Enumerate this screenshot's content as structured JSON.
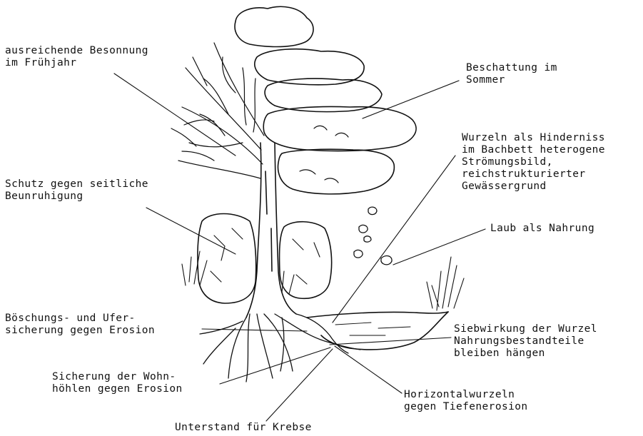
{
  "labels": {
    "besonnung": [
      "ausreichende Besonnung",
      "im Frühjahr"
    ],
    "beschattung": [
      "Beschattung im",
      "Sommer"
    ],
    "wurzeln": [
      "Wurzeln als Hinderniss",
      "im Bachbett heterogene",
      "Strömungsbild,",
      "reichstrukturierter",
      "Gewässergrund"
    ],
    "schutz": [
      "Schutz gegen seitliche",
      "Beunruhigung"
    ],
    "laub": [
      "Laub als Nahrung"
    ],
    "boeschung": [
      "Böschungs- und Ufer-",
      "sicherung gegen Erosion"
    ],
    "siebwirkung": [
      "Siebwirkung der Wurzel",
      "Nahrungsbestandteile",
      "bleiben hängen"
    ],
    "wohnhoehlen": [
      "Sicherung der Wohn-",
      "höhlen gegen Erosion"
    ],
    "horizontal": [
      "Horizontalwurzeln",
      "gegen Tiefenerosion"
    ],
    "unterstand": [
      "Unterstand für Krebse"
    ]
  }
}
